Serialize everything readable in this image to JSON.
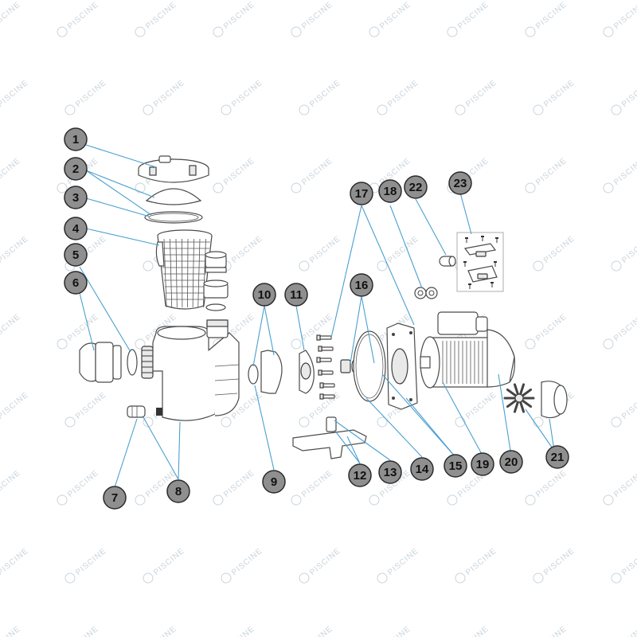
{
  "watermark": {
    "text": "PISCINE",
    "color": "#c9d4dc"
  },
  "colors": {
    "callout_fill": "#8f8f8f",
    "callout_stroke": "#2a2a2a",
    "leader": "#4aa0d0",
    "part_stroke": "#4a4a4a"
  },
  "callouts": [
    {
      "label": "1"
    },
    {
      "label": "2"
    },
    {
      "label": "3"
    },
    {
      "label": "4"
    },
    {
      "label": "5"
    },
    {
      "label": "6"
    },
    {
      "label": "7"
    },
    {
      "label": "8"
    },
    {
      "label": "9"
    },
    {
      "label": "10"
    },
    {
      "label": "11"
    },
    {
      "label": "12"
    },
    {
      "label": "13"
    },
    {
      "label": "14"
    },
    {
      "label": "15"
    },
    {
      "label": "16"
    },
    {
      "label": "17"
    },
    {
      "label": "18"
    },
    {
      "label": "19"
    },
    {
      "label": "20"
    },
    {
      "label": "21"
    },
    {
      "label": "22"
    },
    {
      "label": "23"
    }
  ]
}
